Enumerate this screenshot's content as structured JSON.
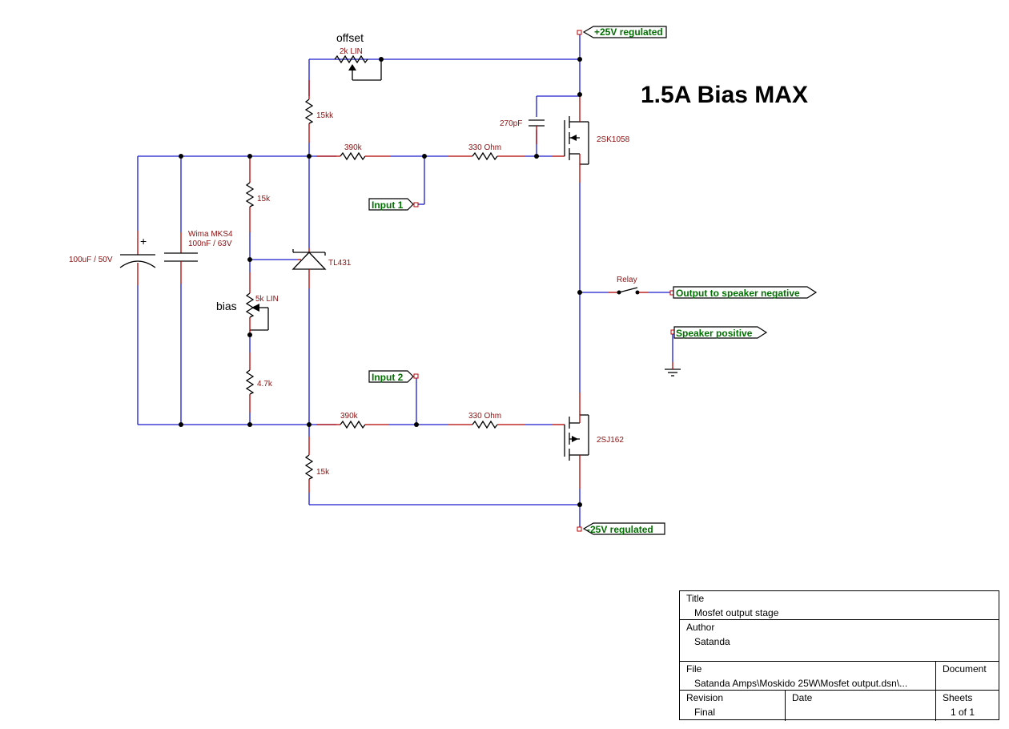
{
  "heading": "1.5A Bias MAX",
  "components": {
    "offset_pot": {
      "name": "offset",
      "value": "2k LIN"
    },
    "bias_pot": {
      "name": "bias",
      "value": "5k LIN"
    },
    "r_top": "15kk",
    "r_divider_top": "15k",
    "r_divider_bottom": "4.7k",
    "r_bottom": "15k",
    "r_in1": "390k",
    "r_in2": "390k",
    "r_gate1": "330 Ohm",
    "r_gate2": "330 Ohm",
    "cap_gate": "270pF",
    "cap_electrolytic": "100uF / 50V",
    "cap_film_brand": "Wima MKS4",
    "cap_film_value": "100nF / 63V",
    "shunt_ref": "TL431",
    "mosfet_n": "2SK1058",
    "mosfet_p": "2SJ162",
    "relay": "Relay"
  },
  "ports": {
    "pos_supply": "+25V regulated",
    "neg_supply": "-25V regulated",
    "input1": "Input 1",
    "input2": "Input 2",
    "out_neg": "Output to speaker negative",
    "spk_pos": "Speaker positive"
  },
  "title_block": {
    "title_label": "Title",
    "title_value": "Mosfet output stage",
    "author_label": "Author",
    "author_value": "Satanda",
    "file_label": "File",
    "file_value": "...\\Satanda Amps\\Moskido 25W\\Mosfet output.dsn",
    "document_label": "Document",
    "revision_label": "Revision",
    "revision_value": "Final",
    "date_label": "Date",
    "sheets_label": "Sheets",
    "sheets_value": "1 of 1"
  }
}
